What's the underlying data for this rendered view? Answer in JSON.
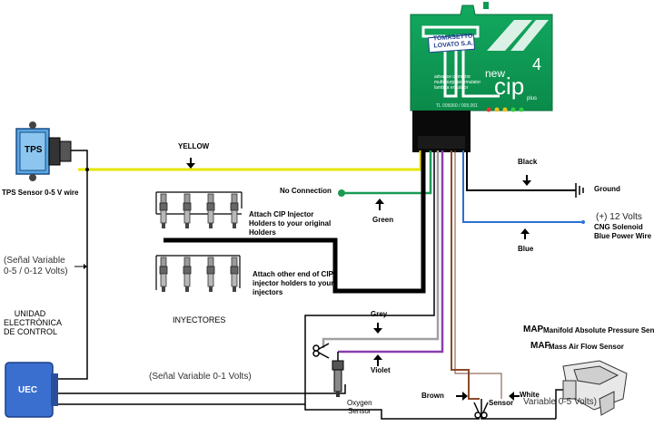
{
  "ecu": {
    "brand_line1": "TOMASETTO",
    "brand_line2": "LOVATO S.A.",
    "logo_text": "TL",
    "product_prefix": "new",
    "product_name": "cip",
    "product_version": "4",
    "product_suffix": "plus",
    "desc_line1": "advance corrector",
    "desc_line2": "multi-purpose emulator",
    "desc_line3": "lambda emulator",
    "part_code": "TL 005060 / 005.001"
  },
  "labels": {
    "tps": "TPS",
    "tps_caption": "TPS Sensor 0-5 V wire",
    "yellow": "YELLOW",
    "no_connection": "No Connection",
    "green": "Green",
    "black": "Black",
    "ground": "Ground",
    "power_volts": "(+) 12 Volts",
    "power_desc1": "CNG Solenoid",
    "power_desc2": "Blue Power Wire",
    "blue": "Blue",
    "attach_cip": "Attach CIP Injector Holders to your original Holders",
    "attach_other": "Attach other end of CIP injector holders to your injectors",
    "injectors": "INYECTORES",
    "senal_variable_1": "(Señal Variable",
    "senal_variable_2": "0-5 / 0-12 Volts)",
    "ecu_unit_1": "UNIDAD",
    "ecu_unit_2": "ELECTRÓNICA",
    "ecu_unit_3": "DE CONTROL",
    "uec": "UEC",
    "grey": "Grey",
    "violet": "Violet",
    "oxygen_1": "Oxygen",
    "oxygen_2": "Sensor",
    "senal_01": "(Señal Variable 0-1 Volts)",
    "brown": "Brown",
    "white": "White",
    "map_abbr": "MAP",
    "map_desc": "Manifold Absolute Pressure Sensor",
    "maf_abbr": "MAF",
    "maf_desc": "Mass Air Flow Sensor",
    "sensor_word": "Sensor",
    "sensor_variable": "Variable 0-5 Volts)"
  },
  "colors": {
    "ecu_green": "#0e9a55",
    "yellow_wire": "#e6e600",
    "green_wire": "#1a9a55",
    "blue_wire": "#2a6fd6",
    "grey_wire": "#a0a0a0",
    "violet_wire": "#8a3fb0",
    "brown_wire": "#8b4a2a",
    "tps_blue": "#5aa7e0"
  },
  "icons": [
    "scissors-icon",
    "ground-symbol-icon",
    "tps-sensor-icon",
    "map-sensor-icon",
    "oxygen-sensor-icon",
    "injector-icon"
  ]
}
